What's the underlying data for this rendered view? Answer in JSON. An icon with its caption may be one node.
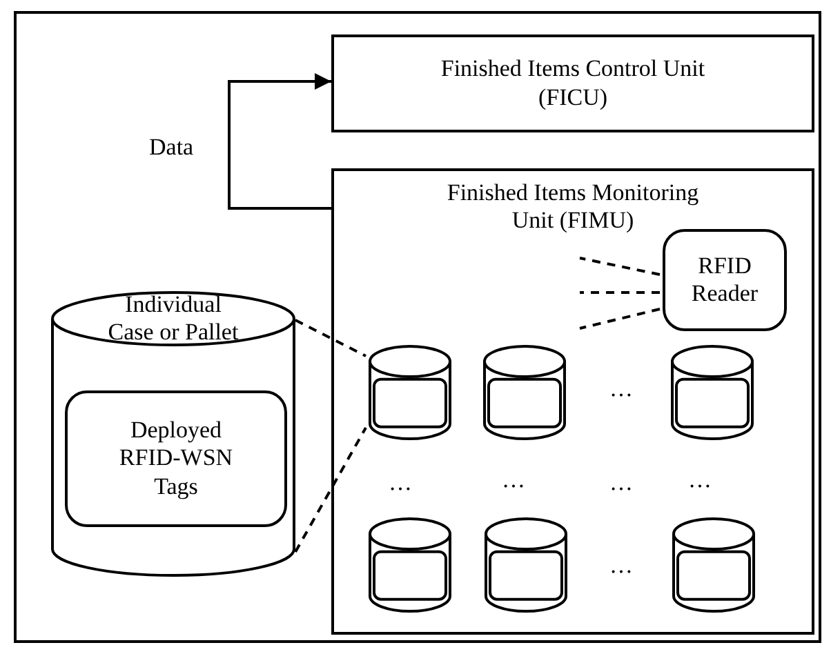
{
  "diagram": {
    "nodes": [
      {
        "text": [
          "Finished Items Control Unit (FICU)"
        ]
      },
      {
        "text": [
          "Finished Items Monitoring Unit (FIMU)"
        ]
      },
      {
        "text": [
          "RFID Reader"
        ],
        "in": 1
      },
      {
        "text": [],
        "shape": "cylinder",
        "in": 1
      },
      {
        "text": [],
        "shape": "cylinder",
        "in": 1
      },
      {
        "text": [],
        "shape": "cylinder",
        "in": 1
      },
      {
        "text": [],
        "shape": "cylinder",
        "in": 1
      },
      {
        "text": [],
        "shape": "cylinder",
        "in": 1
      },
      {
        "text": [],
        "shape": "cylinder",
        "in": 1
      },
      {
        "text": [
          "Individual Case or Pallet"
        ]
      },
      {
        "text": [
          "Deployed RFID-WSN Tags"
        ],
        "in": 9
      }
    ],
    "edges": [
      {
        "from": 1,
        "to": 0,
        "arrow": "to",
        "label": "Data"
      },
      {
        "from": 2,
        "to": null,
        "arrow": "none",
        "style": "dashed"
      },
      {
        "from": 2,
        "to": null,
        "arrow": "none",
        "style": "dashed"
      },
      {
        "from": 2,
        "to": null,
        "arrow": "none",
        "style": "dashed"
      },
      {
        "from": 9,
        "to": 3,
        "arrow": "none",
        "style": "dashed"
      },
      {
        "from": 9,
        "to": 3,
        "arrow": "none",
        "style": "dashed"
      }
    ],
    "labels": [
      "…",
      "…",
      "…",
      "…",
      "…",
      "…"
    ]
  }
}
